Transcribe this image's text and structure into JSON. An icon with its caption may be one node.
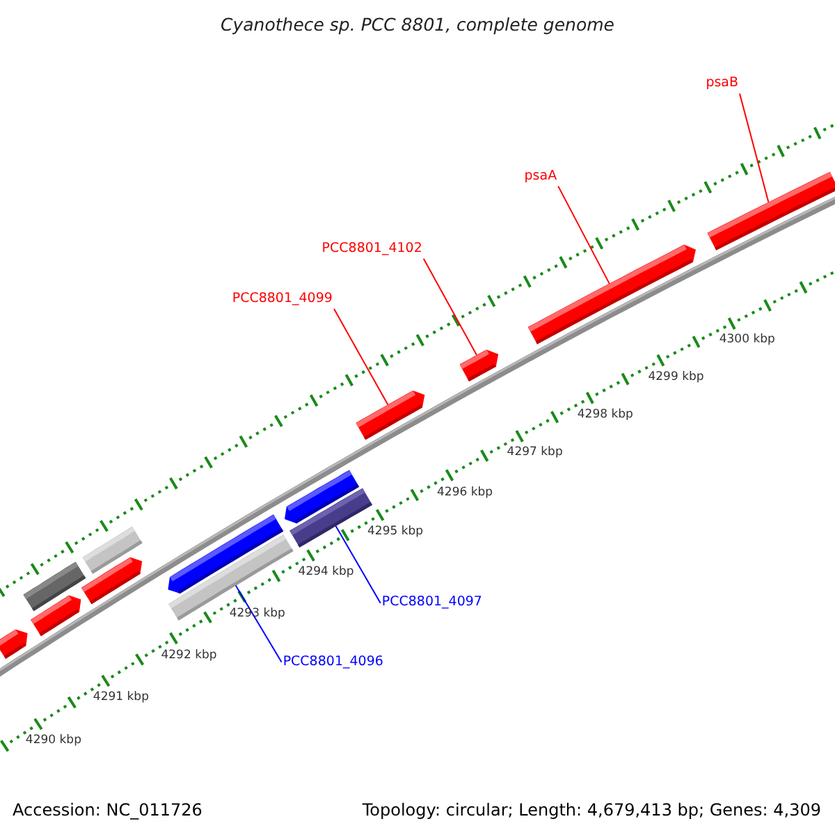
{
  "diagram": {
    "title": "Cyanothece sp. PCC 8801, complete genome",
    "nodes": [
      {
        "text": [
          "psaB"
        ]
      },
      {
        "text": [
          "psaA"
        ]
      },
      {
        "text": [
          "PCC8801_4102"
        ]
      },
      {
        "text": [
          "PCC8801_4099"
        ]
      },
      {
        "text": [
          "PCC8801_4097"
        ]
      },
      {
        "text": [
          "PCC8801_4096"
        ]
      },
      {
        "text": [],
        "shape": "bar"
      },
      {
        "text": [],
        "shape": "bar"
      },
      {
        "text": [],
        "shape": "bar"
      },
      {
        "text": [],
        "shape": "bar"
      },
      {
        "text": [],
        "shape": "bar"
      },
      {
        "text": [],
        "shape": "bar"
      },
      {
        "text": [],
        "shape": "bar"
      },
      {
        "text": [],
        "shape": "bar"
      },
      {
        "text": [],
        "shape": "bar"
      },
      {
        "text": [],
        "shape": "bar"
      },
      {
        "text": [],
        "shape": "bar"
      },
      {
        "text": [],
        "shape": "bar"
      },
      {
        "text": [],
        "shape": "bar"
      }
    ],
    "edges": [
      {
        "from": 0,
        "to": 18,
        "arrow": "none"
      },
      {
        "from": 1,
        "to": 17,
        "arrow": "none"
      },
      {
        "from": 2,
        "to": 16,
        "arrow": "none"
      },
      {
        "from": 3,
        "to": 15,
        "arrow": "none"
      },
      {
        "from": 4,
        "to": 13,
        "arrow": "none",
        "color": "#0000ff"
      },
      {
        "from": 5,
        "to": 11,
        "arrow": "none",
        "color": "#0000ff"
      }
    ],
    "labels": [
      "4290 kbp",
      "4291 kbp",
      "4292 kbp",
      "4293 kbp",
      "4294 kbp",
      "4295 kbp",
      "4296 kbp",
      "4297 kbp",
      "4298 kbp",
      "4299 kbp",
      "4300 kbp",
      "Accession: NC_011726",
      "Topology: circular; Length: 4,679,413 bp; Genes: 4,309"
    ]
  }
}
